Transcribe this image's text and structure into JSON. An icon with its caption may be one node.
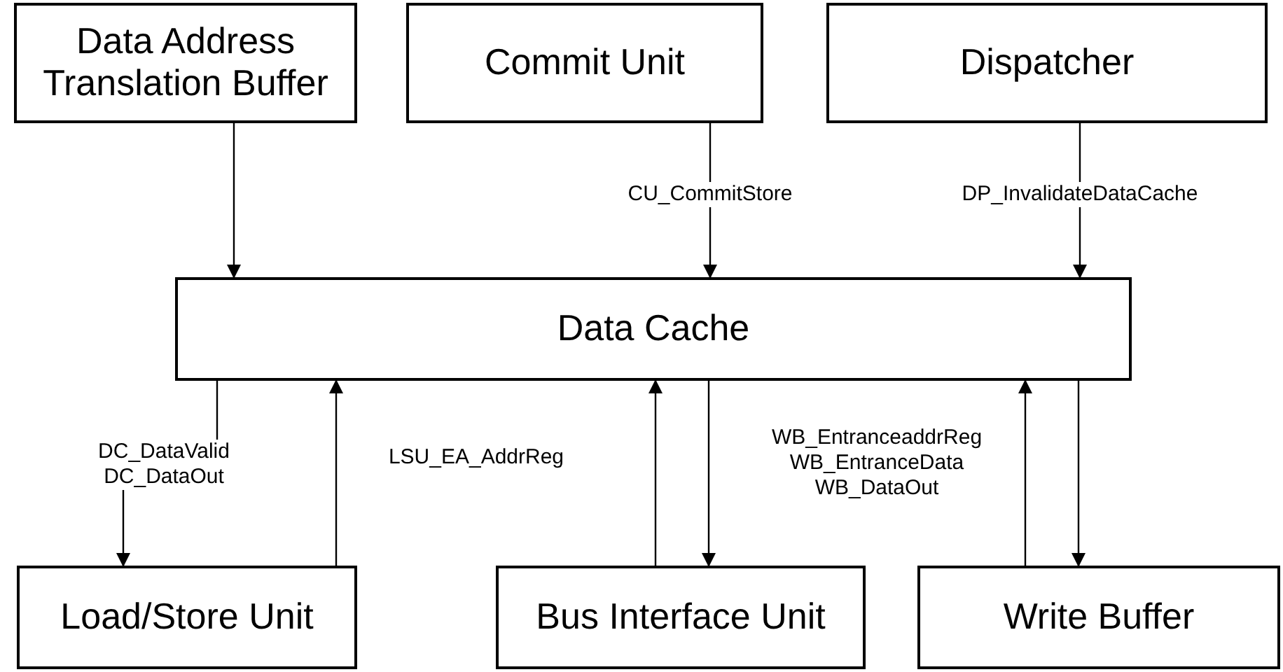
{
  "diagram": {
    "nodes": [
      {
        "text": [
          "Data Address Translation Buffer"
        ]
      },
      {
        "text": [
          "Commit Unit"
        ]
      },
      {
        "text": [
          "Dispatcher"
        ]
      },
      {
        "text": [
          "Data Cache"
        ]
      },
      {
        "text": [
          "Load/Store Unit"
        ]
      },
      {
        "text": [
          "Bus Interface Unit"
        ]
      },
      {
        "text": [
          "Write Buffer"
        ]
      }
    ],
    "edges": [
      {
        "from": 0,
        "to": 3,
        "arrow": "to"
      },
      {
        "from": 1,
        "to": 3,
        "arrow": "to",
        "label": "CU_CommitStore"
      },
      {
        "from": 2,
        "to": 3,
        "arrow": "to",
        "label": "DP_InvalidateDataCache"
      },
      {
        "from": 3,
        "to": 4,
        "arrow": "to",
        "label": "DC_DataValid DC_DataOut"
      },
      {
        "from": 4,
        "to": 3,
        "arrow": "to",
        "label": "LSU_EA_AddrReg"
      },
      {
        "from": 5,
        "to": 3,
        "arrow": "to"
      },
      {
        "from": 3,
        "to": 5,
        "arrow": "to",
        "label": "WB_EntranceaddrReg WB_EntranceData WB_DataOut"
      },
      {
        "from": 6,
        "to": 3,
        "arrow": "to"
      },
      {
        "from": 3,
        "to": 6,
        "arrow": "to"
      }
    ]
  }
}
